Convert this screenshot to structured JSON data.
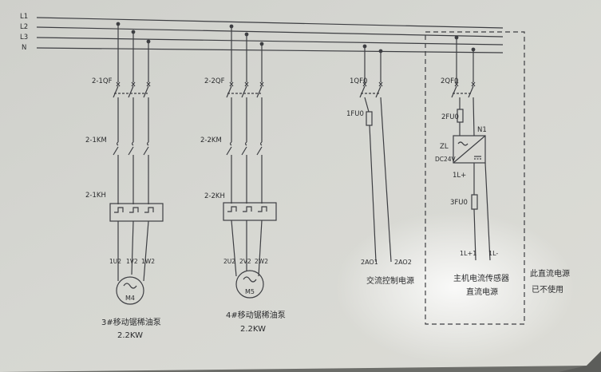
{
  "bus": {
    "lines": [
      "L1",
      "L2",
      "L3",
      "N"
    ]
  },
  "circuit1": {
    "breaker": "2-1QF",
    "contactor": "2-1KM",
    "relay": "2-1KH",
    "terminals": [
      "1U2",
      "1V2",
      "1W2"
    ],
    "motor": "M4",
    "name": "3#移动锯稀油泵",
    "power": "2.2KW"
  },
  "circuit2": {
    "breaker": "2-2QF",
    "contactor": "2-2KM",
    "relay": "2-2KH",
    "terminals": [
      "2U2",
      "2V2",
      "2W2"
    ],
    "motor": "M5",
    "name": "4#移动锯稀油泵",
    "power": "2.2KW"
  },
  "ac_supply": {
    "breaker": "1QF0",
    "fuse": "1FU0",
    "terminals": [
      "2AO1",
      "2AO2"
    ],
    "label": "交流控制电源"
  },
  "dc_supply": {
    "breaker": "2QF0",
    "fuse_top": "2FU0",
    "module_id": "N1",
    "module_type": "ZL",
    "module_voltage": "DC24V",
    "output": "1L+",
    "fuse_bottom": "3FU0",
    "terminals": [
      "1L+1",
      "1L-"
    ],
    "label_line1": "主机电流传感器",
    "label_line2": "直流电源"
  },
  "note": {
    "line1": "此直流电源",
    "line2": "已不使用"
  }
}
